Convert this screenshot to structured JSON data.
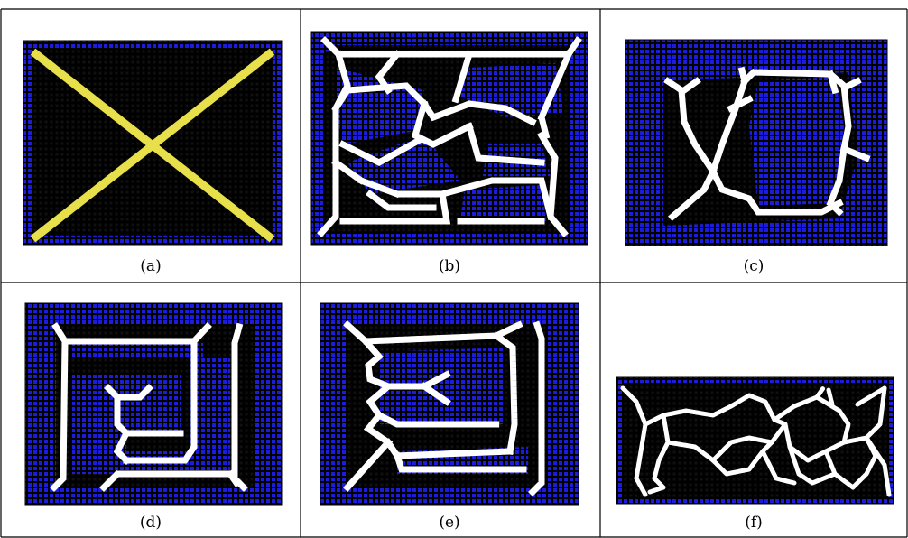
{
  "figure": {
    "panels": [
      {
        "id": "a",
        "label": "(a)",
        "path_color": "#e8e04a"
      },
      {
        "id": "b",
        "label": "(b)",
        "path_color": "#ffffff"
      },
      {
        "id": "c",
        "label": "(c)",
        "path_color": "#ffffff"
      },
      {
        "id": "d",
        "label": "(d)",
        "path_color": "#ffffff"
      },
      {
        "id": "e",
        "label": "(e)",
        "path_color": "#ffffff"
      },
      {
        "id": "f",
        "label": "(f)",
        "path_color": "#ffffff"
      }
    ],
    "colors": {
      "grid_blue": "#1c1cdc",
      "background": "#000000",
      "highlight_path": "#e8e04a",
      "network_path": "#ffffff"
    }
  }
}
